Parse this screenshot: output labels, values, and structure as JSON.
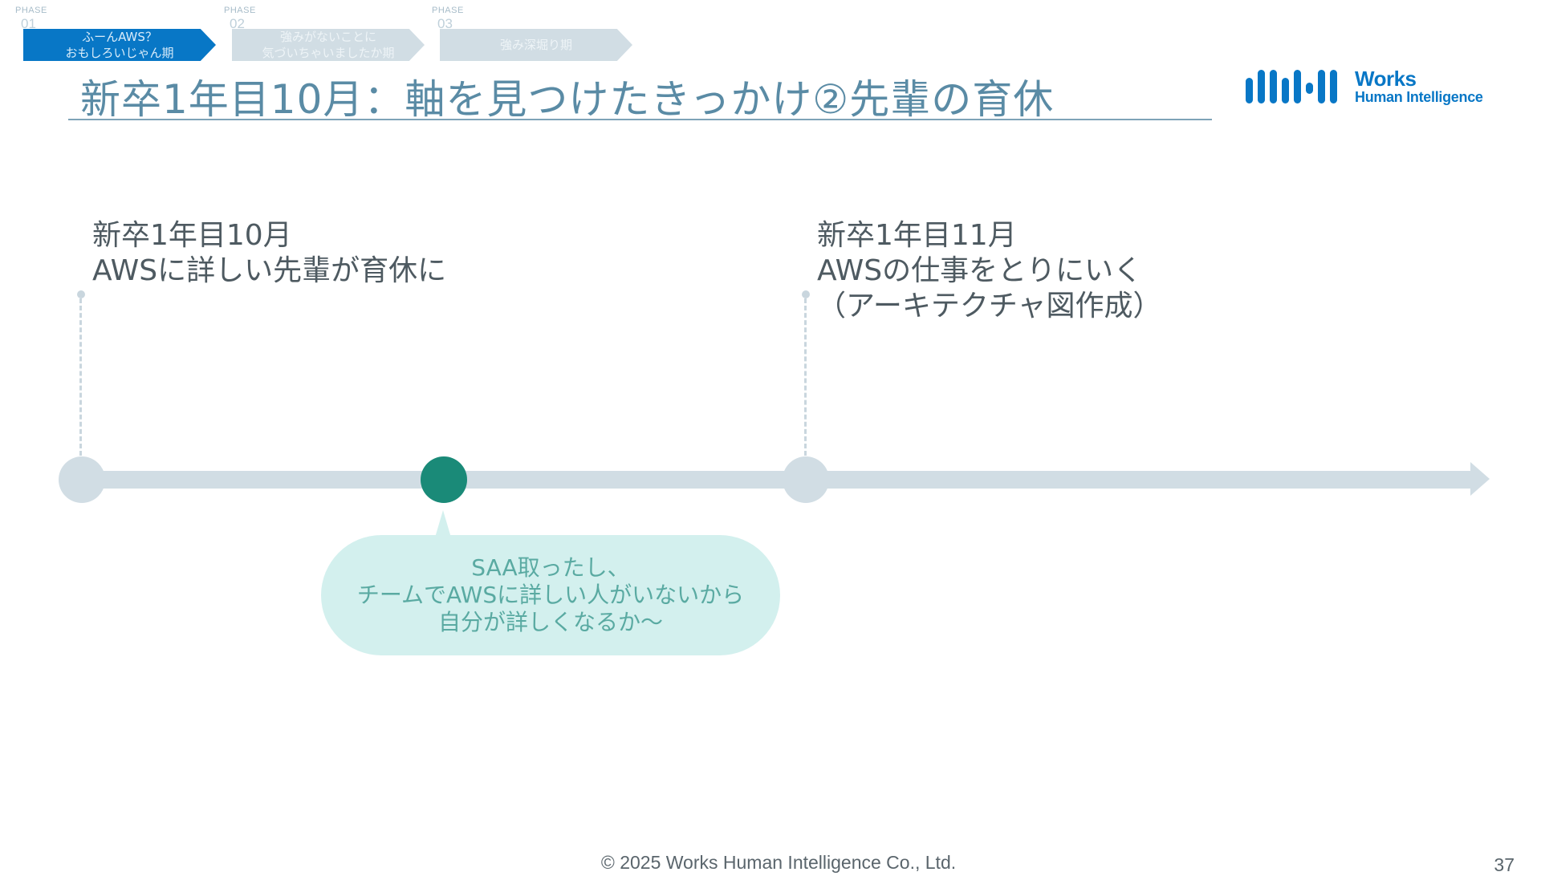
{
  "phases": [
    {
      "label": "PHASE",
      "number": "01",
      "title": "ふーんAWS？\nおもしろいじゃん期",
      "state": "active"
    },
    {
      "label": "PHASE",
      "number": "02",
      "title": "強みがないことに\n気づいちゃいましたか期",
      "state": "inactive"
    },
    {
      "label": "PHASE",
      "number": "03",
      "title": "強み深堀り期",
      "state": "inactive"
    }
  ],
  "title": "新卒1年目10月：軸を見つけたきっかけ②先輩の育休",
  "logo": {
    "line1": "Works",
    "line2": "Human Intelligence",
    "color": "#0877c6"
  },
  "events": [
    {
      "date": "新卒1年目10月",
      "lines": [
        "AWSに詳しい先輩が育休に"
      ]
    },
    {
      "date": "新卒1年目11月",
      "lines": [
        "AWSの仕事をとりにいく",
        "（アーキテクチャ図作成）"
      ]
    }
  ],
  "bubble": {
    "lines": [
      "SAA取ったし、",
      "チームでAWSに詳しい人がいないから",
      "自分が詳しくなるか〜"
    ]
  },
  "footer": {
    "copyright": "© 2025 Works Human Intelligence Co., Ltd.",
    "page_number": "37"
  },
  "colors": {
    "accent": "#0877c6",
    "title": "#5a8ba5",
    "timeline": "#d1dde4",
    "current_node": "#1a8a78",
    "bubble_bg": "#d3f0ee",
    "bubble_text": "#5aaaa2"
  }
}
